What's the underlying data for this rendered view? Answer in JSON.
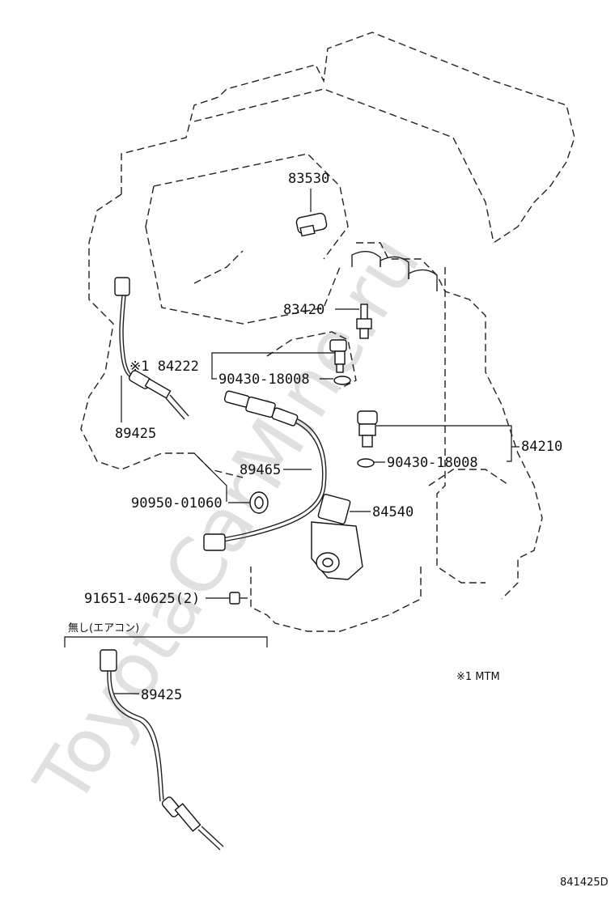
{
  "watermark": "ToyotaCarMine.ru",
  "note_mtm": "※1 MTM",
  "diagram_code": "841425D",
  "bracket_label": "無し(エアコン)",
  "parts": {
    "p83530": "83530",
    "p83420": "83420",
    "p84222": "※1 84222",
    "p90430_a": "90430-18008",
    "p89425_a": "89425",
    "p89465": "89465",
    "p90950": "90950-01060",
    "p84540": "84540",
    "p84210": "84210",
    "p90430_b": "90430-18008",
    "p91651": "91651-40625(2)",
    "p89425_b": "89425"
  }
}
